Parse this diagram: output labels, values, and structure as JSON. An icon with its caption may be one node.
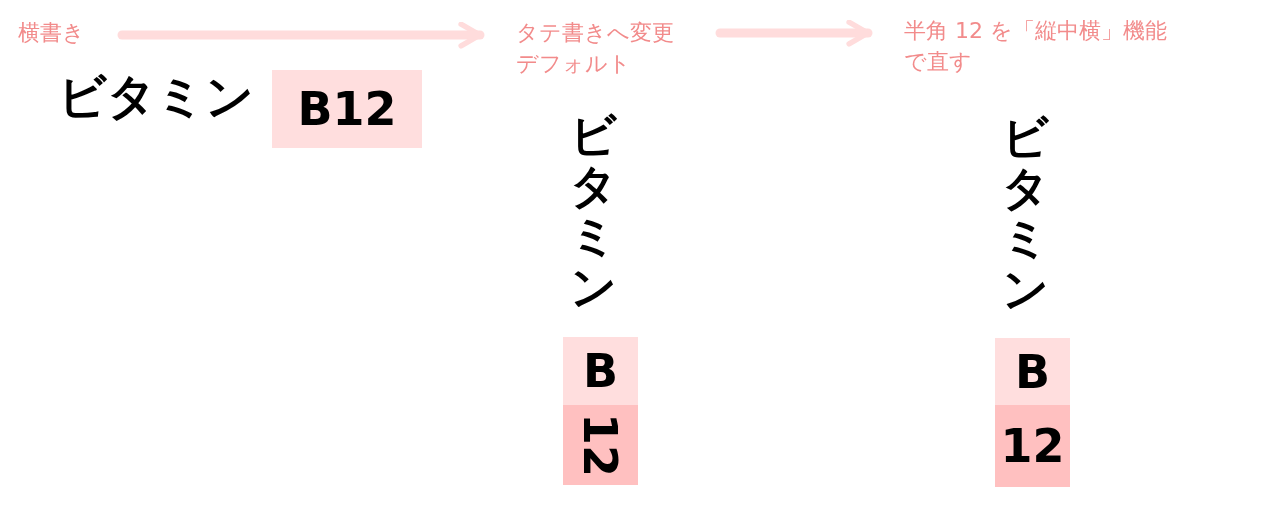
{
  "diagram": {
    "nodes": [
      {
        "text": [
          "横書き"
        ]
      },
      {
        "text": [
          "タテ書きへ変更",
          "デフォルト"
        ]
      },
      {
        "text": [
          "半角 12 を「縦中横」機能で直す"
        ]
      },
      {
        "text": [
          "B12"
        ]
      },
      {
        "text": [
          "B"
        ]
      },
      {
        "text": [
          "12"
        ]
      },
      {
        "text": [
          "B"
        ]
      },
      {
        "text": [
          "12"
        ]
      }
    ],
    "edges": [
      {
        "from": 0,
        "to": 1,
        "arrow": "to"
      },
      {
        "from": 1,
        "to": 2,
        "arrow": "to"
      }
    ],
    "labels": [
      "ビタミン",
      "ビタミン",
      "ビタミン"
    ]
  }
}
